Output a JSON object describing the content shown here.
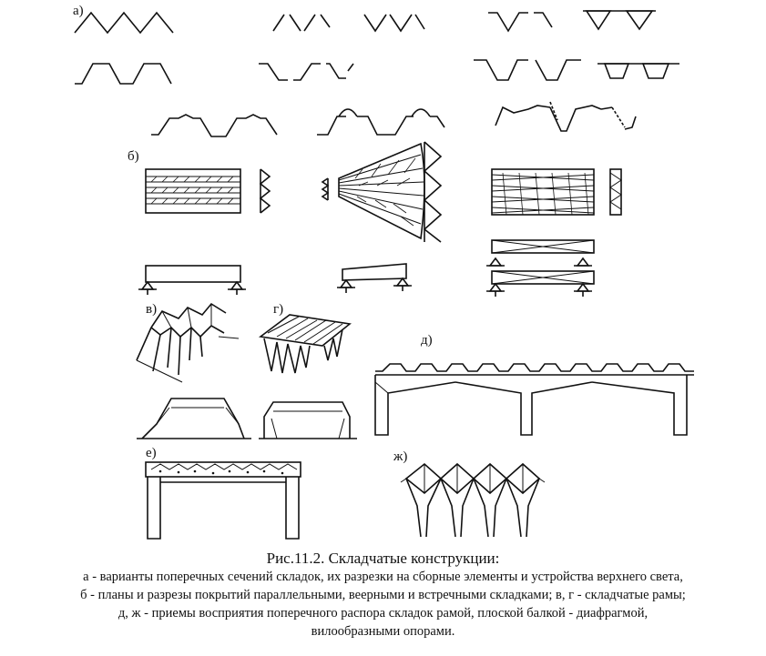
{
  "labels": {
    "a": "а)",
    "b": "б)",
    "v": "в)",
    "g": "г)",
    "d": "д)",
    "e": "е)",
    "zh": "ж)"
  },
  "caption": {
    "title": "Рис.11.2. Складчатые конструкции:",
    "lines": [
      "а - варианты поперечных сечений складок, их разрезки на сборные элементы и устройства верхнего света,",
      "б - планы и разрезы покрытий параллельными, веерными и встречными складками; в, г - складчатые рамы;",
      "д, ж - приемы восприятия поперечного распора складок рамой, плоской балкой - диафрагмой,",
      "вилообразными опорами."
    ]
  }
}
